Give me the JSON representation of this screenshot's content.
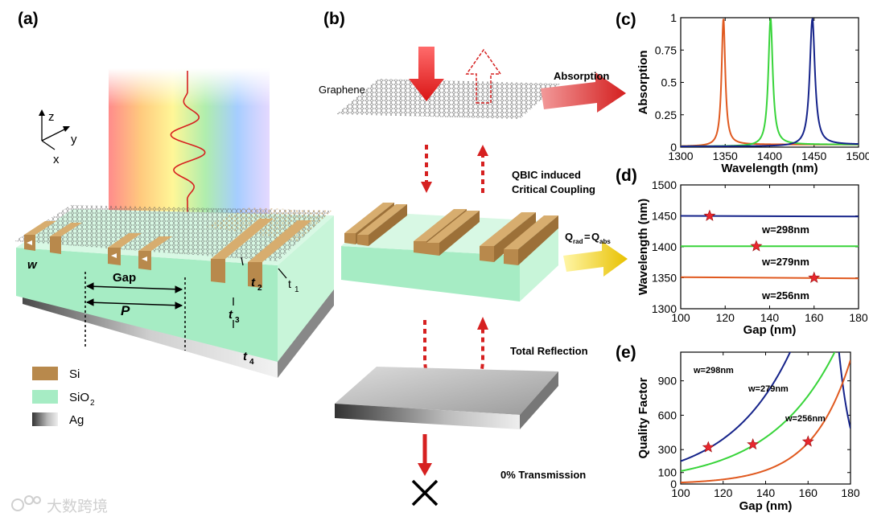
{
  "panels": {
    "a": {
      "label": "(a)",
      "axes": {
        "z": "z",
        "y": "y",
        "x": "x"
      },
      "dims": {
        "w": "w",
        "gap": "Gap",
        "p": "P",
        "t1": "t",
        "t1_sub": "1",
        "t2": "t",
        "t2_sub": "2",
        "t3": "t",
        "t3_sub": "3",
        "t4": "t",
        "t4_sub": "4"
      },
      "legend": [
        {
          "label": "Si",
          "color": "#b8894c"
        },
        {
          "label": "SiO",
          "sub": "2",
          "color": "#a6ecc4"
        },
        {
          "label": "Ag",
          "color": "#8a8a8a"
        }
      ]
    },
    "b": {
      "label": "(b)",
      "graphene": "Graphene",
      "absorption": "Absorption",
      "qbic_line1": "QBIC induced",
      "qbic_line2": "Critical Coupling",
      "q_rad": "rad",
      "q_abs": "abs",
      "q_eq_text": "Q",
      "total_reflection": "Total Reflection",
      "transmission": "0% Transmission"
    },
    "c": {
      "label": "(c)"
    },
    "d": {
      "label": "(d)"
    },
    "e": {
      "label": "(e)"
    }
  },
  "colors": {
    "orange": "#e0591f",
    "green": "#38d43a",
    "navy": "#15238a",
    "star": "#e8272e"
  },
  "watermark": "大数跨境",
  "chart_data": [
    {
      "id": "c",
      "type": "line",
      "xlabel": "Wavelength (nm)",
      "ylabel": "Absorption",
      "xlim": [
        1300,
        1500
      ],
      "ylim": [
        0,
        1
      ],
      "xticks": [
        1300,
        1350,
        1400,
        1450,
        1500
      ],
      "yticks": [
        0,
        0.25,
        0.5,
        0.75,
        1
      ],
      "ytick_labels": [
        "0",
        "0.25",
        "0.5",
        "0.75",
        "1"
      ],
      "series": [
        {
          "color": "#e0591f",
          "center": 1348,
          "hwhm": 2.5,
          "peak": 1.0,
          "base": 0.02
        },
        {
          "color": "#38d43a",
          "center": 1401,
          "hwhm": 3.0,
          "peak": 1.0,
          "base": 0.02
        },
        {
          "color": "#15238a",
          "center": 1448,
          "hwhm": 3.5,
          "peak": 1.0,
          "base": 0.02
        }
      ]
    },
    {
      "id": "d",
      "type": "line",
      "xlabel": "Gap (nm)",
      "ylabel": "Wavelength (nm)",
      "xlim": [
        100,
        180
      ],
      "ylim": [
        1300,
        1500
      ],
      "xticks": [
        100,
        120,
        140,
        160,
        180
      ],
      "yticks": [
        1300,
        1350,
        1400,
        1450,
        1500
      ],
      "series": [
        {
          "name": "w=298nm",
          "color": "#15238a",
          "x": [
            100,
            180
          ],
          "y": [
            1450,
            1449
          ],
          "star": [
            113,
            1450
          ]
        },
        {
          "name": "w=279nm",
          "color": "#38d43a",
          "x": [
            100,
            180
          ],
          "y": [
            1401,
            1401
          ],
          "star": [
            134,
            1401
          ]
        },
        {
          "name": "w=256nm",
          "color": "#e0591f",
          "x": [
            100,
            180
          ],
          "y": [
            1351,
            1349
          ],
          "star": [
            160,
            1350
          ]
        }
      ]
    },
    {
      "id": "e",
      "type": "line",
      "xlabel": "Gap (nm)",
      "ylabel": "Quality Factor",
      "xlim": [
        100,
        180
      ],
      "ylim": [
        0,
        1150
      ],
      "xticks": [
        100,
        120,
        140,
        160,
        180
      ],
      "yticks": [
        0,
        100,
        300,
        600,
        900
      ],
      "series": [
        {
          "name": "w=298nm",
          "color": "#15238a",
          "x0": 113,
          "a": 310,
          "k": 0.034,
          "star": [
            113,
            320
          ],
          "pole": 176,
          "pole_k": 0.16
        },
        {
          "name": "w=279nm",
          "color": "#38d43a",
          "x0": 134,
          "a": 335,
          "k": 0.032,
          "star": [
            134,
            345
          ]
        },
        {
          "name": "w=256nm",
          "color": "#e0591f",
          "x0": 160,
          "a": 360,
          "k": 0.055,
          "star": [
            160,
            370
          ]
        }
      ]
    }
  ]
}
